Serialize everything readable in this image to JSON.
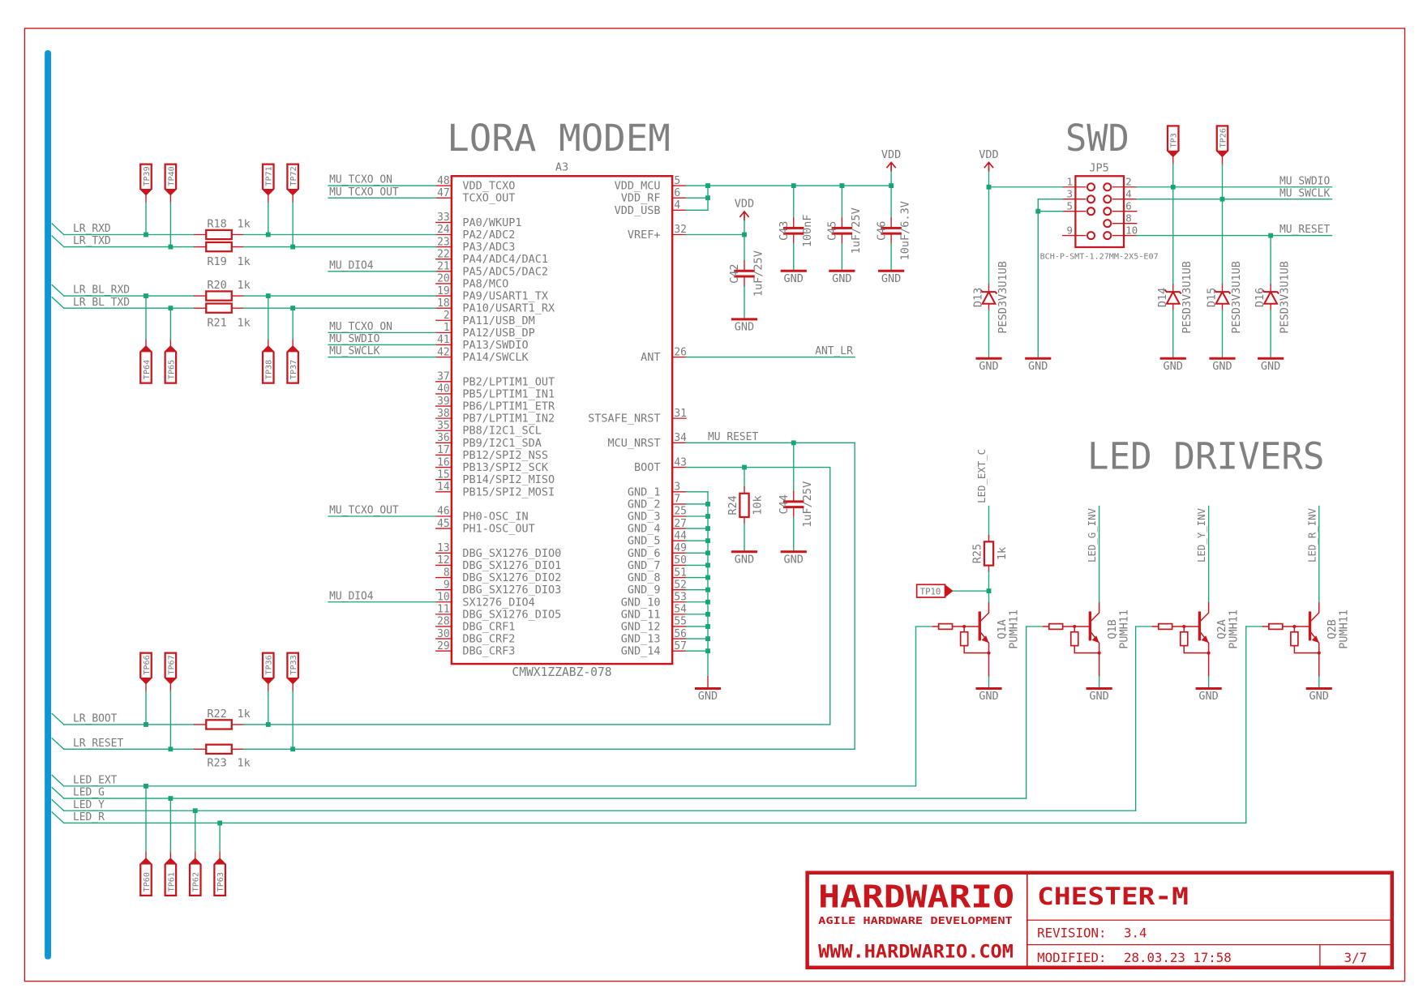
{
  "colors": {
    "symbol": "#c8161c",
    "wire": "#17a673",
    "text": "#7a7a7a",
    "bus": "#0a96d9"
  },
  "titles": {
    "lora": "LORA MODEM",
    "swd": "SWD",
    "led": "LED DRIVERS"
  },
  "chip": {
    "ref": "A3",
    "value": "CMWX1ZZABZ-078",
    "left_pins": [
      {
        "num": "48",
        "name": "VDD_TCXO",
        "net": "MU_TCXO_ON"
      },
      {
        "num": "47",
        "name": "TCXO_OUT",
        "net": "MU_TCXO_OUT"
      },
      null,
      {
        "num": "33",
        "name": "PA0/WKUP1"
      },
      {
        "num": "24",
        "name": "PA2/ADC2"
      },
      {
        "num": "23",
        "name": "PA3/ADC3"
      },
      {
        "num": "22",
        "name": "PA4/ADC4/DAC1"
      },
      {
        "num": "21",
        "name": "PA5/ADC5/DAC2",
        "net": "MU_DIO4"
      },
      {
        "num": "20",
        "name": "PA8/MCO"
      },
      {
        "num": "19",
        "name": "PA9/USART1_TX"
      },
      {
        "num": "18",
        "name": "PA10/USART1_RX"
      },
      {
        "num": "2",
        "name": "PA11/USB_DM"
      },
      {
        "num": "1",
        "name": "PA12/USB_DP",
        "net": "MU_TCXO_ON"
      },
      {
        "num": "41",
        "name": "PA13/SWDIO",
        "net": "MU_SWDIO"
      },
      {
        "num": "42",
        "name": "PA14/SWCLK",
        "net": "MU_SWCLK"
      },
      null,
      {
        "num": "37",
        "name": "PB2/LPTIM1_OUT"
      },
      {
        "num": "40",
        "name": "PB5/LPTIM1_IN1"
      },
      {
        "num": "39",
        "name": "PB6/LPTIM1_ETR"
      },
      {
        "num": "38",
        "name": "PB7/LPTIM1_IN2"
      },
      {
        "num": "35",
        "name": "PB8/I2C1_SCL"
      },
      {
        "num": "36",
        "name": "PB9/I2C1_SDA"
      },
      {
        "num": "17",
        "name": "PB12/SPI2_NSS"
      },
      {
        "num": "16",
        "name": "PB13/SPI2_SCK"
      },
      {
        "num": "15",
        "name": "PB14/SPI2_MISO"
      },
      {
        "num": "14",
        "name": "PB15/SPI2_MOSI"
      },
      null,
      {
        "num": "46",
        "name": "PH0-OSC_IN",
        "net": "MU_TCXO_OUT"
      },
      {
        "num": "45",
        "name": "PH1-OSC_OUT"
      },
      null,
      {
        "num": "13",
        "name": "DBG_SX1276_DIO0"
      },
      {
        "num": "12",
        "name": "DBG_SX1276_DIO1"
      },
      {
        "num": "8",
        "name": "DBG_SX1276_DIO2"
      },
      {
        "num": "9",
        "name": "DBG_SX1276_DIO3"
      },
      {
        "num": "10",
        "name": "SX1276_DIO4",
        "net": "MU_DIO4"
      },
      {
        "num": "11",
        "name": "DBG_SX1276_DIO5"
      },
      {
        "num": "28",
        "name": "DBG_CRF1"
      },
      {
        "num": "30",
        "name": "DBG_CRF2"
      },
      {
        "num": "29",
        "name": "DBG_CRF3"
      }
    ],
    "right_pins": [
      {
        "num": "5",
        "name": "VDD_MCU"
      },
      {
        "num": "6",
        "name": "VDD_RF"
      },
      {
        "num": "4",
        "name": "VDD_USB"
      },
      null,
      {
        "num": "32",
        "name": "VREF+"
      },
      null,
      null,
      null,
      null,
      null,
      null,
      null,
      null,
      null,
      {
        "num": "26",
        "name": "ANT",
        "net": "ANT_LR"
      },
      null,
      null,
      null,
      null,
      {
        "num": "31",
        "name": "STSAFE_NRST"
      },
      null,
      {
        "num": "34",
        "name": "MCU_NRST",
        "net": "MU_RESET"
      },
      null,
      {
        "num": "43",
        "name": "BOOT"
      },
      null,
      {
        "num": "3",
        "name": "GND_1"
      },
      {
        "num": "7",
        "name": "GND_2"
      },
      {
        "num": "25",
        "name": "GND_3"
      },
      {
        "num": "27",
        "name": "GND_4"
      },
      {
        "num": "44",
        "name": "GND_5"
      },
      {
        "num": "49",
        "name": "GND_6"
      },
      {
        "num": "50",
        "name": "GND_7"
      },
      {
        "num": "51",
        "name": "GND_8"
      },
      {
        "num": "52",
        "name": "GND_9"
      },
      {
        "num": "53",
        "name": "GND_10"
      },
      {
        "num": "54",
        "name": "GND_11"
      },
      {
        "num": "55",
        "name": "GND_12"
      },
      {
        "num": "56",
        "name": "GND_13"
      },
      {
        "num": "57",
        "name": "GND_14"
      }
    ]
  },
  "bus_nets": [
    "LR_RXD",
    "LR_TXD",
    "LR_BL_RXD",
    "LR_BL_TXD",
    "LR_BOOT",
    "LR_RESET",
    "LED_EXT",
    "LED_G",
    "LED_Y",
    "LED_R"
  ],
  "resistors": [
    {
      "ref": "R18",
      "value": "1k"
    },
    {
      "ref": "R19",
      "value": "1k"
    },
    {
      "ref": "R20",
      "value": "1k"
    },
    {
      "ref": "R21",
      "value": "1k"
    },
    {
      "ref": "R22",
      "value": "1k"
    },
    {
      "ref": "R23",
      "value": "1k"
    },
    {
      "ref": "R24",
      "value": "10k"
    },
    {
      "ref": "R25",
      "value": "1k"
    }
  ],
  "test_points": {
    "uart_top": [
      "TP39",
      "TP40",
      "TP71",
      "TP72"
    ],
    "uart_bottom": [
      "TP64",
      "TP65",
      "TP38",
      "TP37"
    ],
    "ctrl_top": [
      "TP66",
      "TP67",
      "TP36",
      "TP33"
    ],
    "led_bottom": [
      "TP60",
      "TP61",
      "TP62",
      "TP63"
    ],
    "swd": [
      "TP3",
      "TP26"
    ],
    "led_ext": "TP10"
  },
  "capacitors": [
    {
      "ref": "C42",
      "value": "1uF/25V"
    },
    {
      "ref": "C43",
      "value": "100nF"
    },
    {
      "ref": "C45",
      "value": "1uF/25V"
    },
    {
      "ref": "C46",
      "value": "10uF/6.3V"
    },
    {
      "ref": "C44",
      "value": "1uF/25V"
    }
  ],
  "power": {
    "vdd": "VDD",
    "gnd": "GND"
  },
  "swd": {
    "connector": {
      "ref": "JP5",
      "value": "BCH-P-SMT-1.27MM-2X5-E07",
      "left_pins": [
        "1",
        "3",
        "5",
        "9"
      ],
      "right_pins": [
        "2",
        "4",
        "6",
        "8",
        "10"
      ]
    },
    "nets": [
      "MU_SWDIO",
      "MU_SWCLK",
      "MU_RESET"
    ],
    "diodes": [
      {
        "ref": "D13",
        "value": "PESD3V3U1UB"
      },
      {
        "ref": "D14",
        "value": "PESD3V3U1UB"
      },
      {
        "ref": "D15",
        "value": "PESD3V3U1UB"
      },
      {
        "ref": "D16",
        "value": "PESD3V3U1UB"
      }
    ]
  },
  "led_drivers": [
    {
      "ref": "Q1A",
      "value": "PUMH11",
      "net": "LED_EXT_C"
    },
    {
      "ref": "Q1B",
      "value": "PUMH11",
      "net": "LED_G_INV"
    },
    {
      "ref": "Q2A",
      "value": "PUMH11",
      "net": "LED_Y_INV"
    },
    {
      "ref": "Q2B",
      "value": "PUMH11",
      "net": "LED_R_INV"
    }
  ],
  "title_block": {
    "logo": "HARDWARIO",
    "tagline": "AGILE HARDWARE DEVELOPMENT",
    "url": "WWW.HARDWARIO.COM",
    "project": "CHESTER-M",
    "revision_label": "REVISION:",
    "revision": "3.4",
    "modified_label": "MODIFIED:",
    "modified": "28.03.23 17:58",
    "page": "3/7"
  }
}
